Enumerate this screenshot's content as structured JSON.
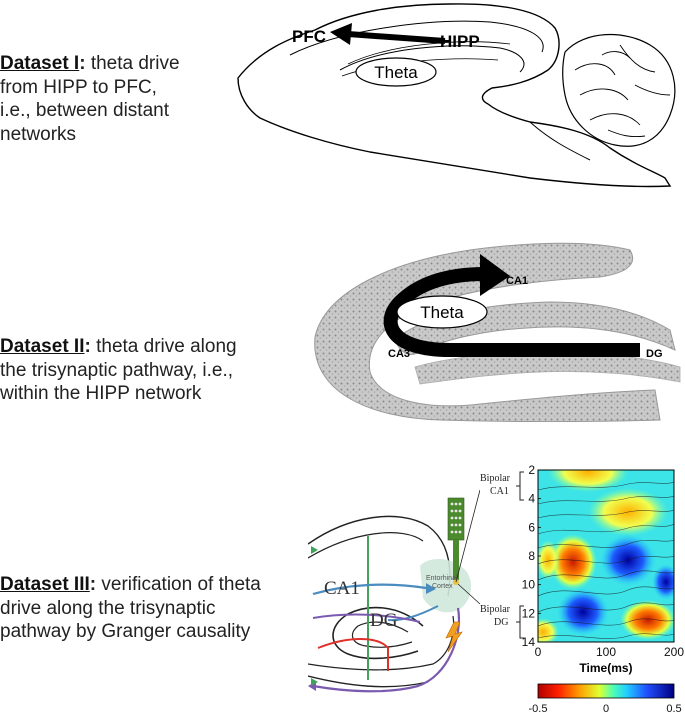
{
  "datasets": [
    {
      "name": "Dataset I",
      "description_line1": "theta drive",
      "description_line2": "from HIPP to PFC,",
      "description_line3": "i.e., between distant",
      "description_line4": "networks"
    },
    {
      "name": "Dataset II",
      "description_line1": "theta drive along",
      "description_line2": "the trisynaptic pathway, i.e.,",
      "description_line3": "within the HIPP network"
    },
    {
      "name": "Dataset III",
      "description_line1": "verification of theta",
      "description_line2": "drive along the trisynaptic",
      "description_line3": "pathway by Granger causality"
    }
  ],
  "brain_diagram": {
    "pfc_label": "PFC",
    "hipp_label": "HIPP",
    "theta_label": "Theta"
  },
  "hippocampus_diagram": {
    "ca1_label": "CA1",
    "ca3_label": "CA3",
    "dg_label": "DG",
    "theta_label": "Theta"
  },
  "slice_diagram": {
    "ca1_label": "CA1",
    "dg_label": "DG",
    "ec_label_line1": "Entorhinal",
    "ec_label_line2": "Cortex"
  },
  "heatmap": {
    "bipolar_ca1_line1": "Bipolar",
    "bipolar_ca1_line2": "CA1",
    "bipolar_dg_line1": "Bipolar",
    "bipolar_dg_line2": "DG",
    "xlabel": "Time(ms)",
    "y_ticks": [
      "2",
      "4",
      "6",
      "8",
      "10",
      "12",
      "14"
    ],
    "x_ticks": [
      "0",
      "100",
      "200"
    ],
    "colorbar_ticks": [
      "-0.5",
      "0",
      "0.5"
    ],
    "colormap": [
      "#c00000",
      "#ff3000",
      "#ffb000",
      "#e8ff30",
      "#60ffa0",
      "#20d8ff",
      "#2060ff",
      "#000090"
    ]
  }
}
